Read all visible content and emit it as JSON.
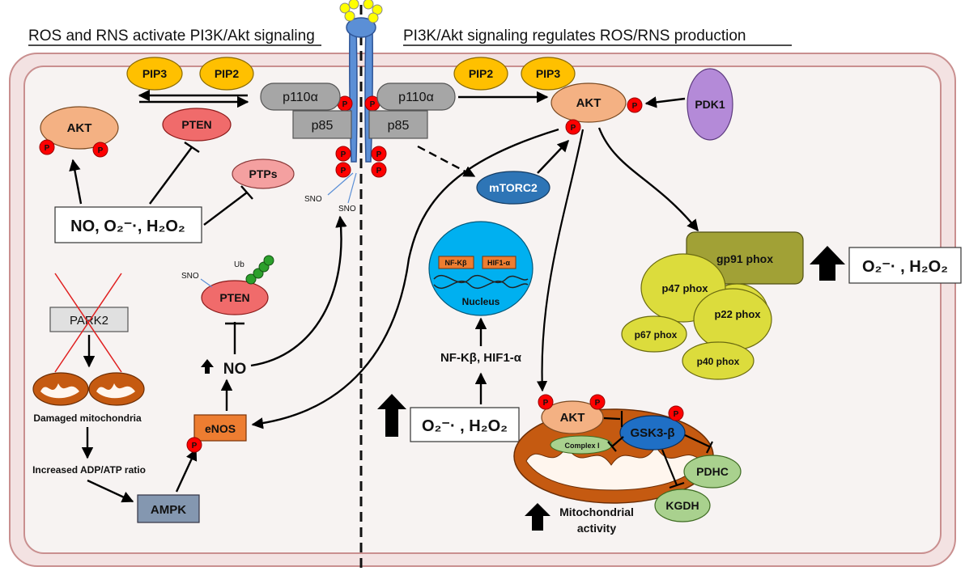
{
  "headers": {
    "left": "ROS and RNS activate PI3K/Akt signaling",
    "right": "PI3K/Akt signaling regulates ROS/RNS production"
  },
  "labels": {
    "p": "P",
    "pip3": "PIP3",
    "pip2": "PIP2",
    "p110a": "p110α",
    "p85": "p85",
    "akt": "AKT",
    "pten": "PTEN",
    "ptps": "PTPs",
    "ros_left": "NO, O₂⁻·, H₂O₂",
    "sno": "SNO",
    "ub": "Ub",
    "park2": "PARK2",
    "damaged_mito": "Damaged mitochondria",
    "adp_atp": "Increased ADP/ATP ratio",
    "ampk": "AMPK",
    "enos": "eNOS",
    "no": "NO",
    "pdk1": "PDK1",
    "mtorc2": "mTORC2",
    "nfkb_box": "NF-Kβ",
    "hif_box": "HIF1-α",
    "nucleus": "Nucleus",
    "nfkb_hif": "NF-Kβ, HIF1-α",
    "ros_center": "O₂⁻· , H₂O₂",
    "ros_right": "O₂⁻· , H₂O₂",
    "gp91": "gp91 phox",
    "p47": "p47 phox",
    "p22": "p22 phox",
    "p67": "p67 phox",
    "p40": "p40 phox",
    "gsk3b": "GSK3-β",
    "complex1": "Complex I",
    "pdhc": "PDHC",
    "kgdh": "KGDH",
    "mito_activity_1": "Mitochondrial",
    "mito_activity_2": "activity"
  },
  "colors": {
    "cell_border": "#e8b4b4",
    "cell_fill": "#f5efee",
    "akt": "#f4b183",
    "pten": "#f06b6b",
    "ptps": "#f4a0a0",
    "pip": "#ffc000",
    "p110": "#a6a6a6",
    "p85": "#a6a6a6",
    "receptor": "#5b8fd6",
    "phospho": "#ff0000",
    "mtorc2": "#2e75b6",
    "nucleus": "#00b0f0",
    "enos": "#ed7d31",
    "ampk": "#8497b0",
    "pdk1": "#b48ad8",
    "gp91": "#a1a136",
    "phox": "#dcdc3c",
    "gsk3b": "#1f6fc5",
    "green": "#a9d18e",
    "mito": "#c55a11"
  }
}
